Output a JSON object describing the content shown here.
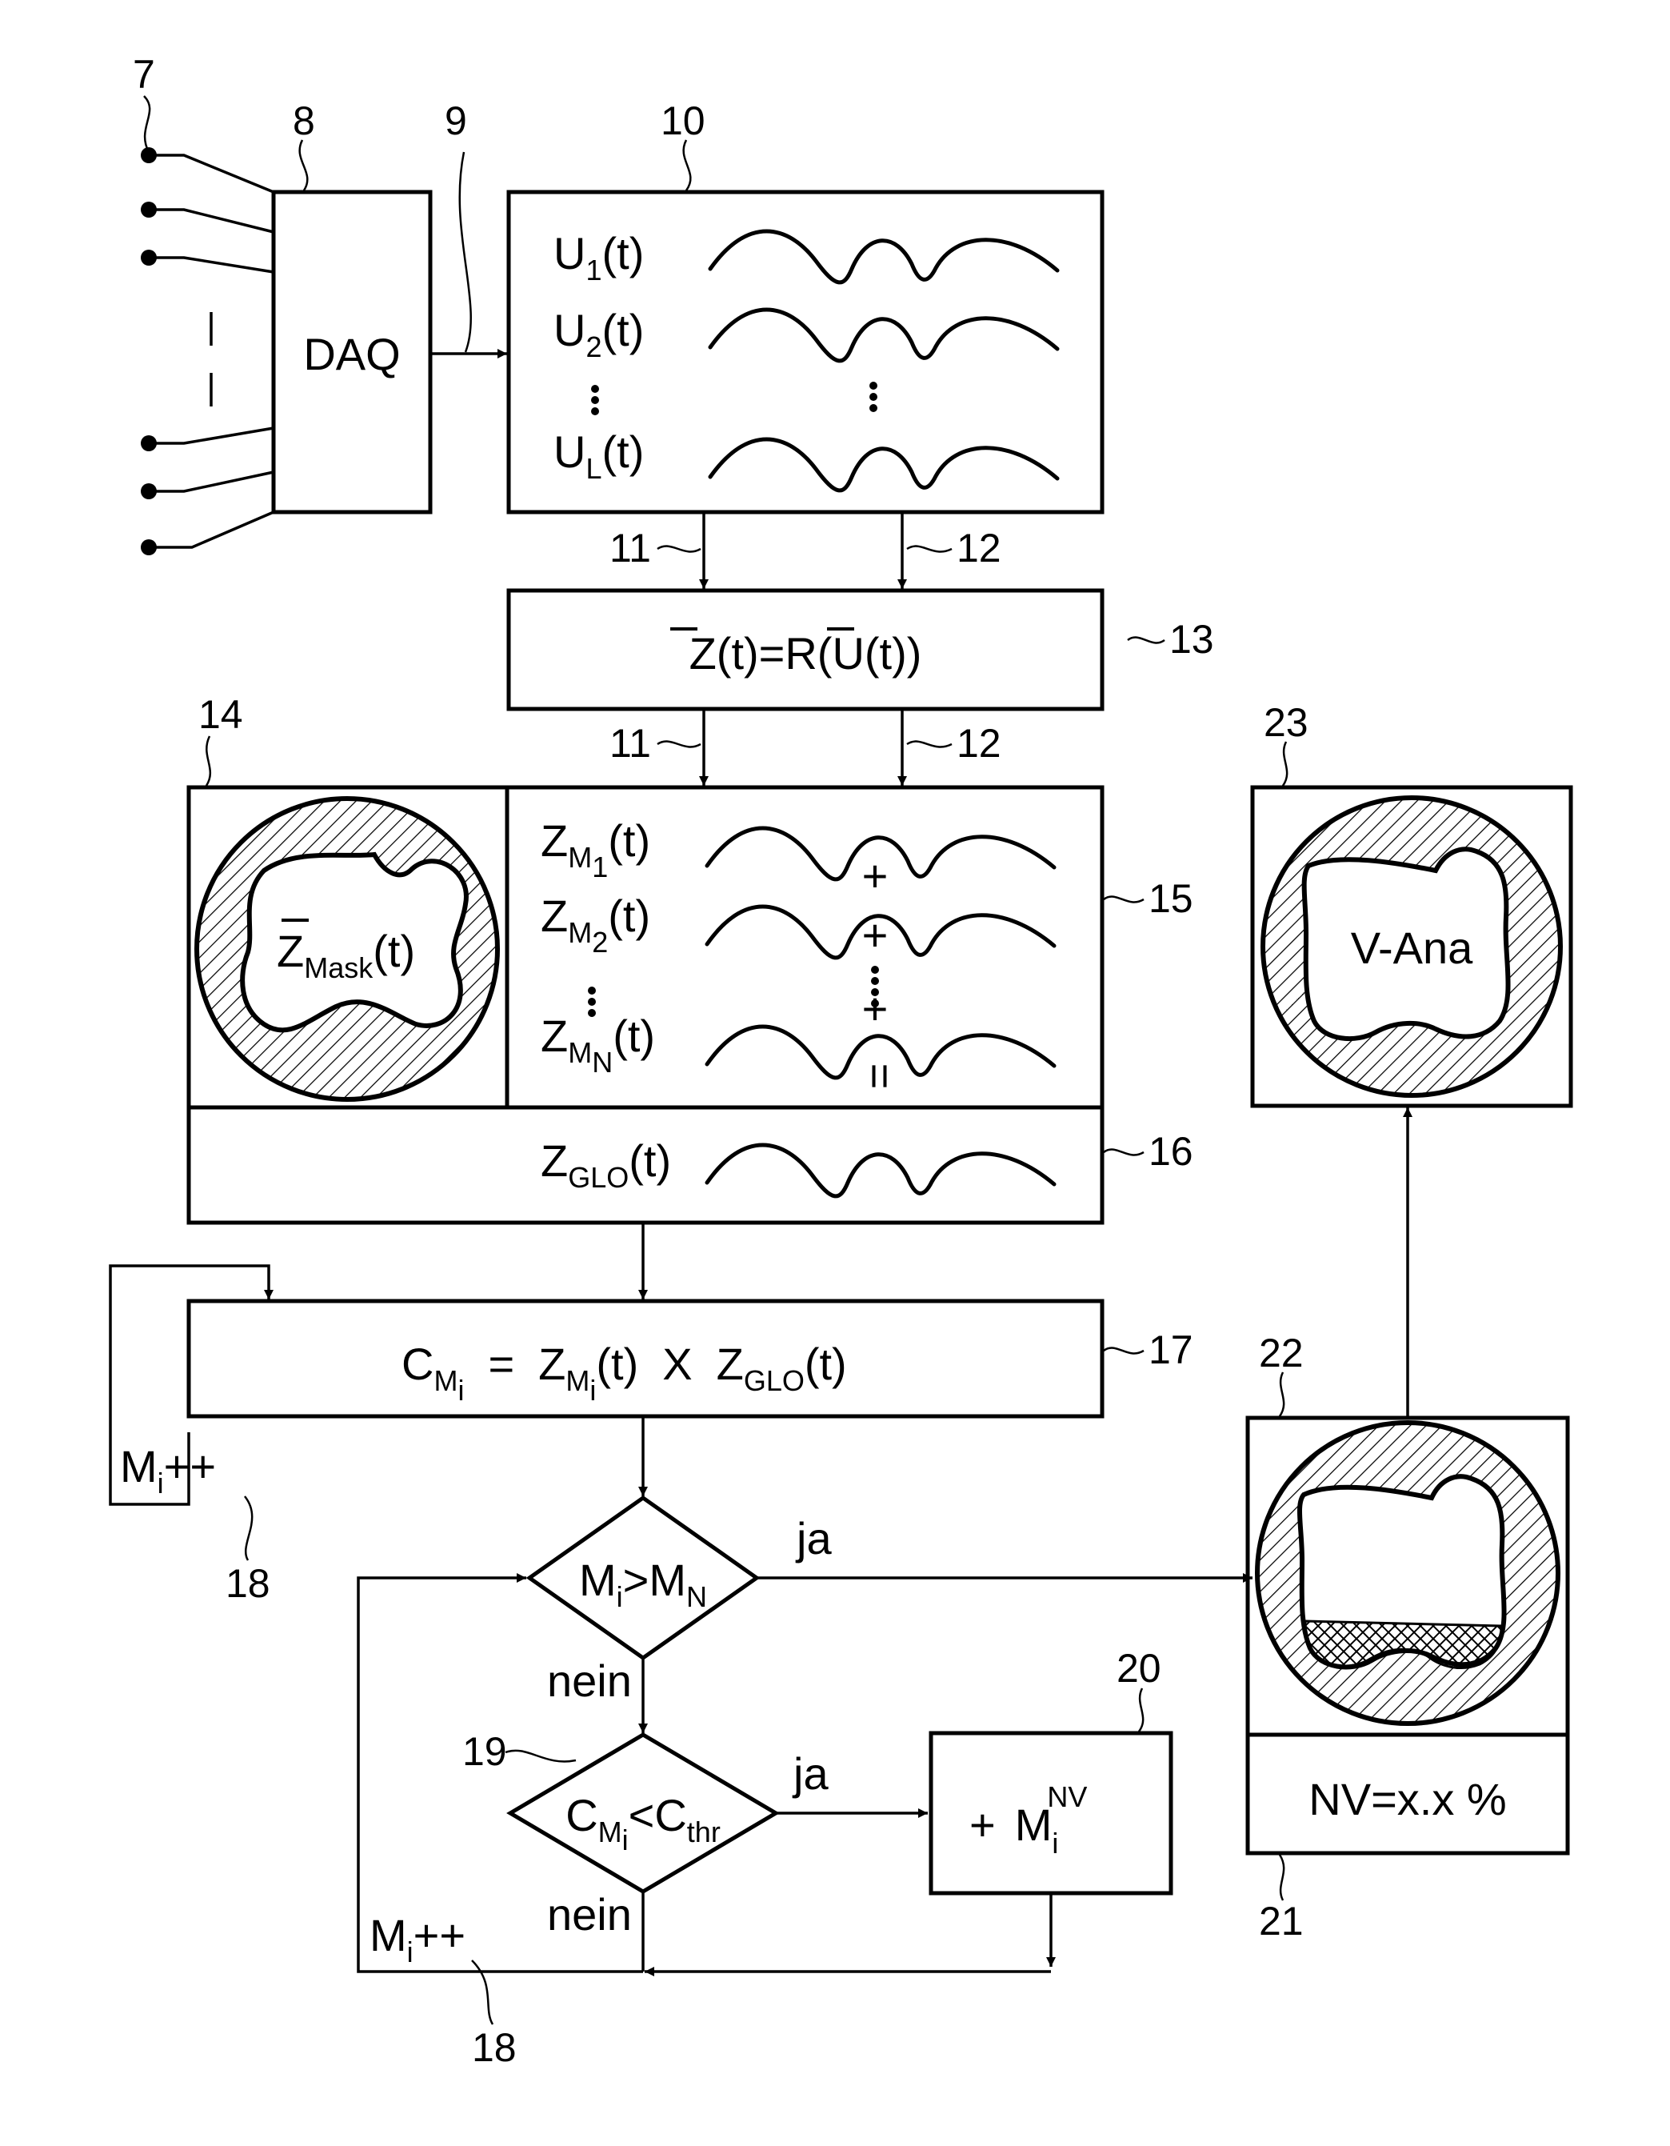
{
  "refs": {
    "r7": "7",
    "r8": "8",
    "r9": "9",
    "r10": "10",
    "r11a": "11",
    "r12a": "12",
    "r13": "13",
    "r11b": "11",
    "r12b": "12",
    "r14": "14",
    "r15": "15",
    "r16": "16",
    "r17": "17",
    "r18a": "18",
    "r18b": "18",
    "r19": "19",
    "r20": "20",
    "r21": "21",
    "r22": "22",
    "r23": "23"
  },
  "blocks": {
    "daq_label": "DAQ",
    "v_ana_label": "V-Ana",
    "nv_label": "NV=x.x %"
  },
  "signals": {
    "u1": "U",
    "u1_sub": "1",
    "u_t": "(t)",
    "u2": "U",
    "u2_sub": "2",
    "ul": "U",
    "ul_sub": "L"
  },
  "reconstruction": {
    "lhs": "Z",
    "lhs_t": "(t)=R(",
    "rhs": "U",
    "rhs_t": "(t))"
  },
  "mask": {
    "z": "Z",
    "sub": "Mask",
    "t": "(t)"
  },
  "mask_signals": {
    "z": "Z",
    "m": "M",
    "t": "(t)",
    "s1": "1",
    "s2": "2",
    "sN": "N",
    "plus": "+",
    "equals": "="
  },
  "global": {
    "z": "Z",
    "sub": "GLO",
    "t": "(t)"
  },
  "correlation": {
    "c": "C",
    "m": "M",
    "i": "i",
    "eq": "=",
    "z": "Z",
    "t": "(t)",
    "x": "X",
    "glo": "GLO"
  },
  "decisions": {
    "d1_m": "M",
    "d1_i": "i",
    "d1_gt": ">",
    "d1_n": "N",
    "d2_c": "C",
    "d2_m": "M",
    "d2_i": "i",
    "d2_lt": "<",
    "d2_thr": "thr",
    "ja": "ja",
    "nein": "nein"
  },
  "increment": {
    "m": "M",
    "i": "i",
    "pp": "++"
  },
  "add_block": {
    "plus": "+",
    "m": "M",
    "i": "i",
    "nv": "NV"
  }
}
